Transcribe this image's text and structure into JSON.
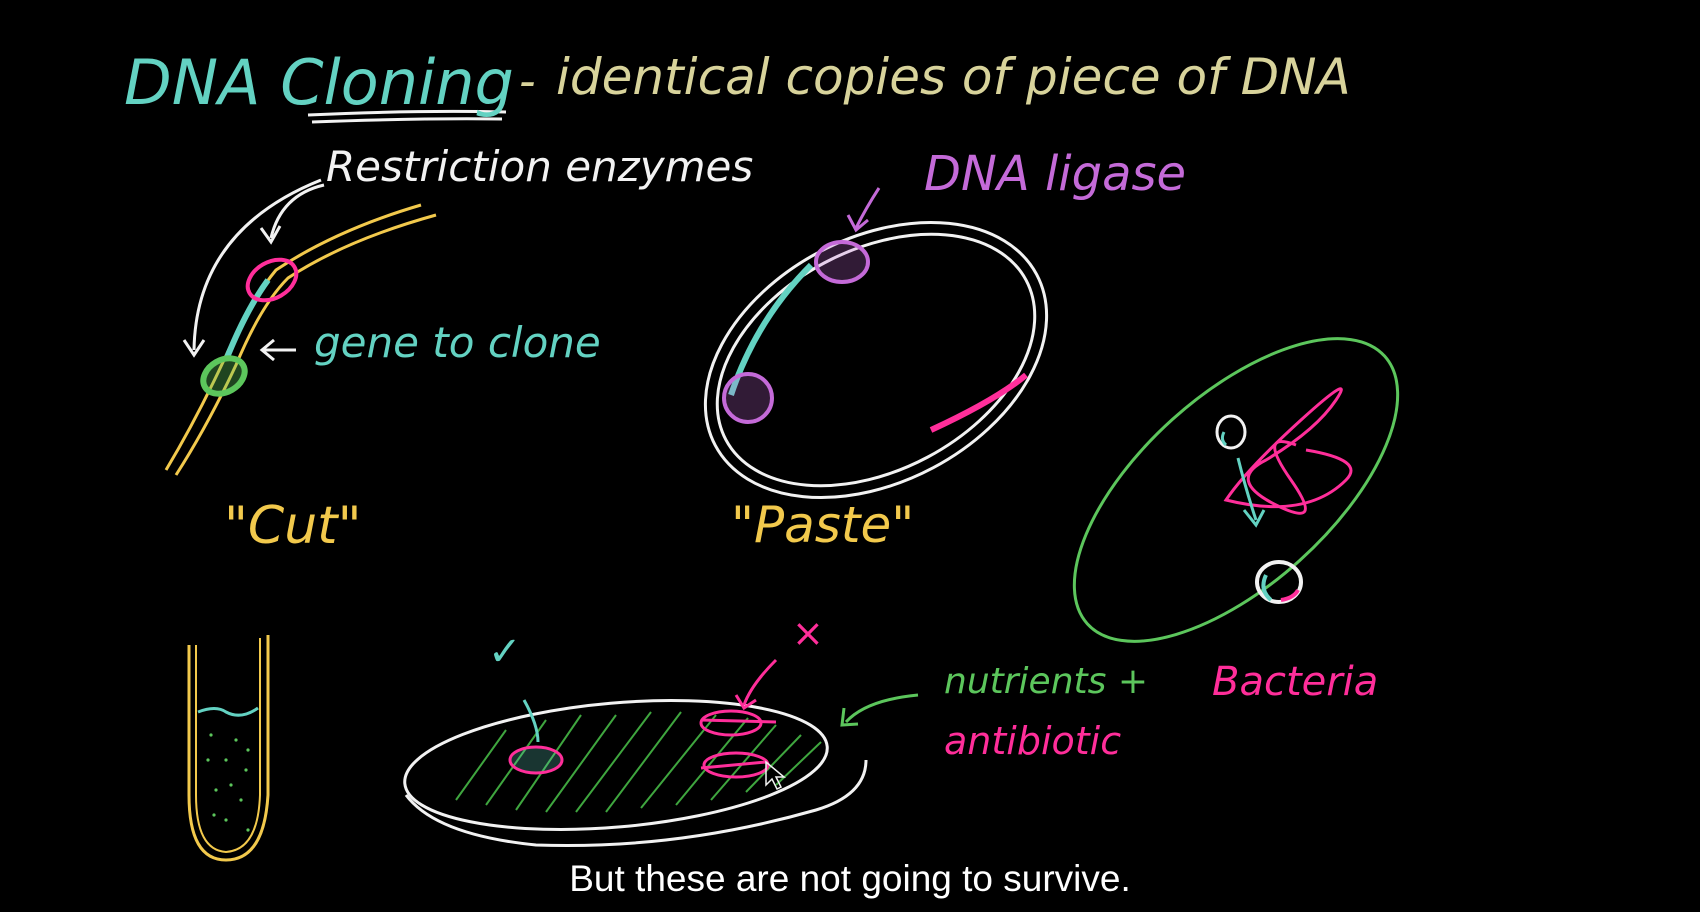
{
  "colors": {
    "teal": "#63d2c2",
    "yellow": "#f2c94c",
    "white": "#f2f2f2",
    "violet": "#c46ad8",
    "magenta": "#ff2e9a",
    "green": "#5cc65c",
    "khaki": "#d8d39b",
    "background": "#000000"
  },
  "title": {
    "main": "DNA Cloning",
    "dash": "-",
    "description": "identical copies of piece of DNA"
  },
  "labels": {
    "restriction_enzymes": "Restriction enzymes",
    "dna_ligase": "DNA ligase",
    "gene_to_clone": "gene to clone",
    "cut": "\"Cut\"",
    "paste": "\"Paste\"",
    "nutrients": "nutrients +",
    "antibiotic": "antibiotic",
    "bacteria": "Bacteria",
    "checkmark": "✓",
    "cross": "×"
  },
  "caption": "But these are not going to survive."
}
